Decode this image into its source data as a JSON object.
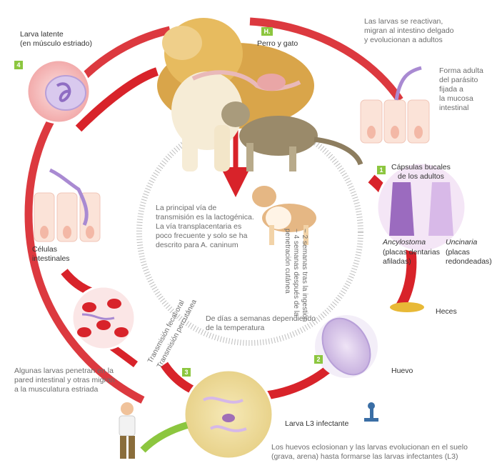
{
  "steps": {
    "s1": "1",
    "s2": "2",
    "s3": "3",
    "s4": "4",
    "host": "H."
  },
  "labels": {
    "host": "Perro y gato",
    "reactivate": "Las larvas se reactivan,\nmigran al intestino delgado\ny evolucionan a adultos",
    "adult_form": "Forma adulta\ndel parásito\nfijada a\nla mucosa\nintestinal",
    "capsules": "Cápsulas bucales\nde los adultos",
    "ancylostoma_name": "Ancylostoma",
    "ancylostoma_desc": "(placas dentarias\nafiladas)",
    "uncinaria_name": "Uncinaria",
    "uncinaria_desc": "(placas\nredondeadas)",
    "heces": "Heces",
    "huevo": "Huevo",
    "larva_l3": "Larva L3 infectante",
    "hatch": "Los huevos eclosionan y las larvas evolucionan en el suelo\n(grava, arena) hasta formarse las larvas infectantes (L3)",
    "penetrate": "Algunas larvas penetran en la\npared intestinal y otras migran\na la musculatura estriada",
    "intestinal_cells": "Células\nintestinales",
    "latent": "Larva latente\n(en músculo estriado)",
    "transmission": "La principal vía de\ntransmisión es la lactogénica.\nLa vía transplacentaria es\npoco frecuente y solo se ha\ndescrito para A. caninum",
    "days": "De días a semanas dependiendo\nde la temperatura",
    "weeks_ingest": "~ 2 semanas tras la ingestión",
    "weeks_skin": "~ 4 semanas después de la",
    "skin_pen": "penetración cutánea",
    "fecal_oral": "Transmisión fecal-oral",
    "percutaneous": "Transmisión percutánea"
  },
  "colors": {
    "arrow_red": "#d8232a",
    "step_green": "#8cc63f",
    "cell_pink": "#f6d8cf",
    "worm_purple": "#a98ad2"
  }
}
